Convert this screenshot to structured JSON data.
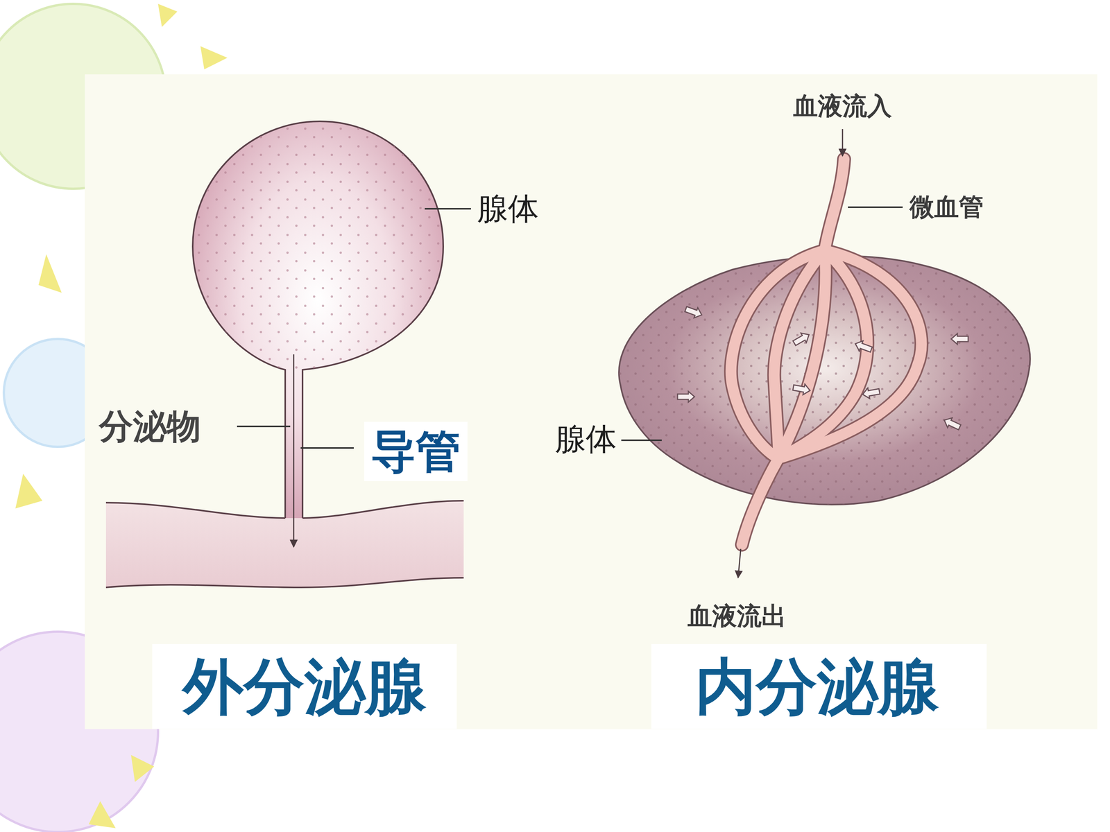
{
  "diagram": {
    "labels": [
      "腺体",
      "分泌物",
      "导管",
      "外分泌腺",
      "血液流入",
      "微血管",
      "腺体",
      "血液流出",
      "内分泌腺"
    ]
  }
}
